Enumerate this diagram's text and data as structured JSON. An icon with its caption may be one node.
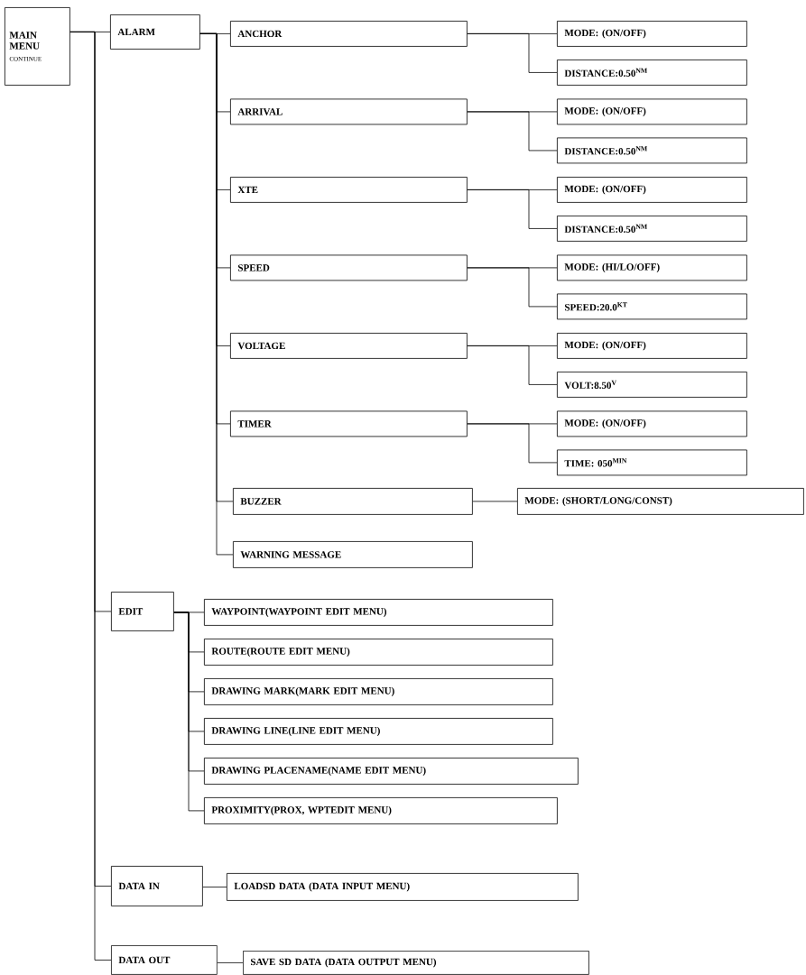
{
  "diagram": {
    "nodes": [
      {
        "text": [
          "MAIN MENU",
          "CONTINUE"
        ]
      },
      {
        "text": [
          "ALARM"
        ]
      },
      {
        "text": [
          "ANCHOR"
        ]
      },
      {
        "text": [
          "MODE: (ON/OFF)"
        ]
      },
      {
        "text": [
          "DISTANCE:0.50$^{NM}$"
        ]
      },
      {
        "text": [
          "ARRIVAL"
        ]
      },
      {
        "text": [
          "MODE: (ON/OFF)"
        ]
      },
      {
        "text": [
          "DISTANCE:0.50$^{NM}$"
        ]
      },
      {
        "text": [
          "XTE"
        ]
      },
      {
        "text": [
          "MODE: (ON/OFF)"
        ]
      },
      {
        "text": [
          "DISTANCE:0.50$^{NM}$"
        ]
      },
      {
        "text": [
          "SPEED"
        ]
      },
      {
        "text": [
          "MODE: (HI/LO/OFF)"
        ]
      },
      {
        "text": [
          "SPEED:20.0$^{KT}$"
        ]
      },
      {
        "text": [
          "VOLTAGE"
        ]
      },
      {
        "text": [
          "MODE: (ON/OFF)"
        ]
      },
      {
        "text": [
          "VOLT:8.50$^{V}$"
        ]
      },
      {
        "text": [
          "TIMER"
        ]
      },
      {
        "text": [
          "MODE: (ON/OFF)"
        ]
      },
      {
        "text": [
          "TIME: 050$^{MIN}$"
        ]
      },
      {
        "text": [
          "BUZZER"
        ]
      },
      {
        "text": [
          "MODE: (SHORT/LONG/CONST)"
        ]
      },
      {
        "text": [
          "WARNING MESSAGE"
        ]
      },
      {
        "text": [
          "EDIT"
        ]
      },
      {
        "text": [
          "WAYPOINT(WAYPOINT EDIT MENU)"
        ]
      },
      {
        "text": [
          "ROUTE(ROUTE EDIT MENU)"
        ]
      },
      {
        "text": [
          "DRAWING MARK(MARK EDIT MENU)"
        ]
      },
      {
        "text": [
          "DRAWING LINE(LINE EDIT MENU)"
        ]
      },
      {
        "text": [
          "DRAWING PLACENAME(NAME EDIT MENU)"
        ]
      },
      {
        "text": [
          "PROXIMITY(PROX, WPTEDIT MENU)"
        ]
      },
      {
        "text": [
          "DATA IN"
        ]
      },
      {
        "text": [
          "LOADSD DATA (DATA INPUT MENU)"
        ]
      },
      {
        "text": [
          "DATA OUT"
        ]
      },
      {
        "text": [
          "SAVE SD DATA (DATA OUTPUT MENU)"
        ]
      }
    ],
    "edges": [
      {
        "from": 0,
        "to": 1,
        "arrow": "none"
      },
      {
        "from": 0,
        "to": 23,
        "arrow": "none"
      },
      {
        "from": 0,
        "to": 30,
        "arrow": "none"
      },
      {
        "from": 0,
        "to": 32,
        "arrow": "none"
      },
      {
        "from": 1,
        "to": 2,
        "arrow": "none"
      },
      {
        "from": 1,
        "to": 5,
        "arrow": "none"
      },
      {
        "from": 1,
        "to": 8,
        "arrow": "none"
      },
      {
        "from": 1,
        "to": 11,
        "arrow": "none"
      },
      {
        "from": 1,
        "to": 14,
        "arrow": "none"
      },
      {
        "from": 1,
        "to": 17,
        "arrow": "none"
      },
      {
        "from": 1,
        "to": 20,
        "arrow": "none"
      },
      {
        "from": 1,
        "to": 22,
        "arrow": "none"
      },
      {
        "from": 2,
        "to": 3,
        "arrow": "none"
      },
      {
        "from": 2,
        "to": 4,
        "arrow": "none"
      },
      {
        "from": 5,
        "to": 6,
        "arrow": "none"
      },
      {
        "from": 5,
        "to": 7,
        "arrow": "none"
      },
      {
        "from": 8,
        "to": 9,
        "arrow": "none"
      },
      {
        "from": 8,
        "to": 10,
        "arrow": "none"
      },
      {
        "from": 11,
        "to": 12,
        "arrow": "none"
      },
      {
        "from": 11,
        "to": 13,
        "arrow": "none"
      },
      {
        "from": 14,
        "to": 15,
        "arrow": "none"
      },
      {
        "from": 14,
        "to": 16,
        "arrow": "none"
      },
      {
        "from": 17,
        "to": 18,
        "arrow": "none"
      },
      {
        "from": 17,
        "to": 19,
        "arrow": "none"
      },
      {
        "from": 20,
        "to": 21,
        "arrow": "none"
      },
      {
        "from": 23,
        "to": 24,
        "arrow": "none"
      },
      {
        "from": 23,
        "to": 25,
        "arrow": "none"
      },
      {
        "from": 23,
        "to": 26,
        "arrow": "none"
      },
      {
        "from": 23,
        "to": 27,
        "arrow": "none"
      },
      {
        "from": 23,
        "to": 28,
        "arrow": "none"
      },
      {
        "from": 23,
        "to": 29,
        "arrow": "none"
      },
      {
        "from": 30,
        "to": 31,
        "arrow": "none"
      },
      {
        "from": 32,
        "to": 33,
        "arrow": "none"
      }
    ]
  }
}
